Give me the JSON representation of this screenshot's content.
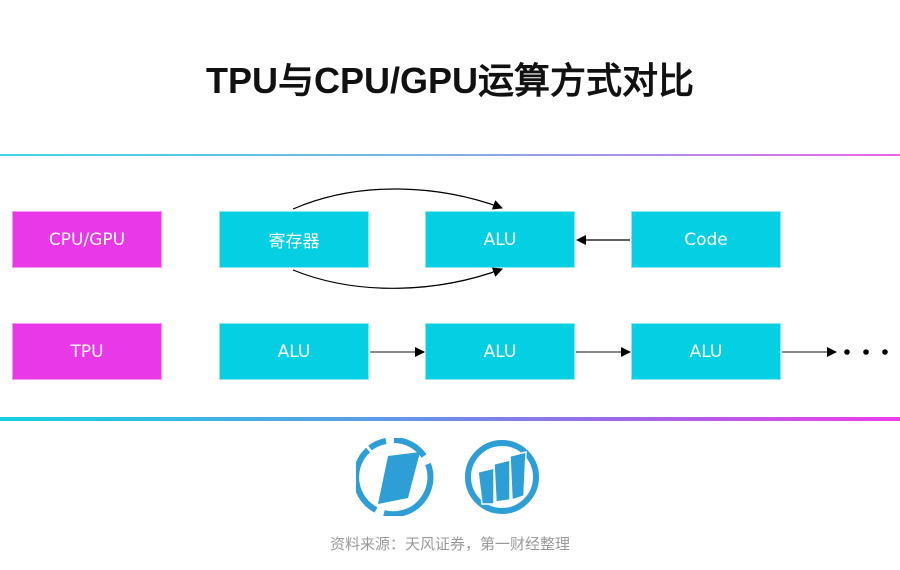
{
  "title": "TPU与CPU/GPU运算方式对比",
  "colors": {
    "label_box": "#e838e8",
    "unit_box": "#05cfe2",
    "arrow": "#000000",
    "logo": "#2e9fd6"
  },
  "rows": [
    {
      "label": "CPU/GPU",
      "boxes": [
        "寄存器",
        "ALU",
        "Code"
      ]
    },
    {
      "label": "TPU",
      "boxes": [
        "ALU",
        "ALU",
        "ALU"
      ],
      "continuation": "• • •"
    }
  ],
  "logos": [
    "logo-parallelogram-icon",
    "logo-bars-icon"
  ],
  "source": "资料来源：天风证券，第一财经整理"
}
